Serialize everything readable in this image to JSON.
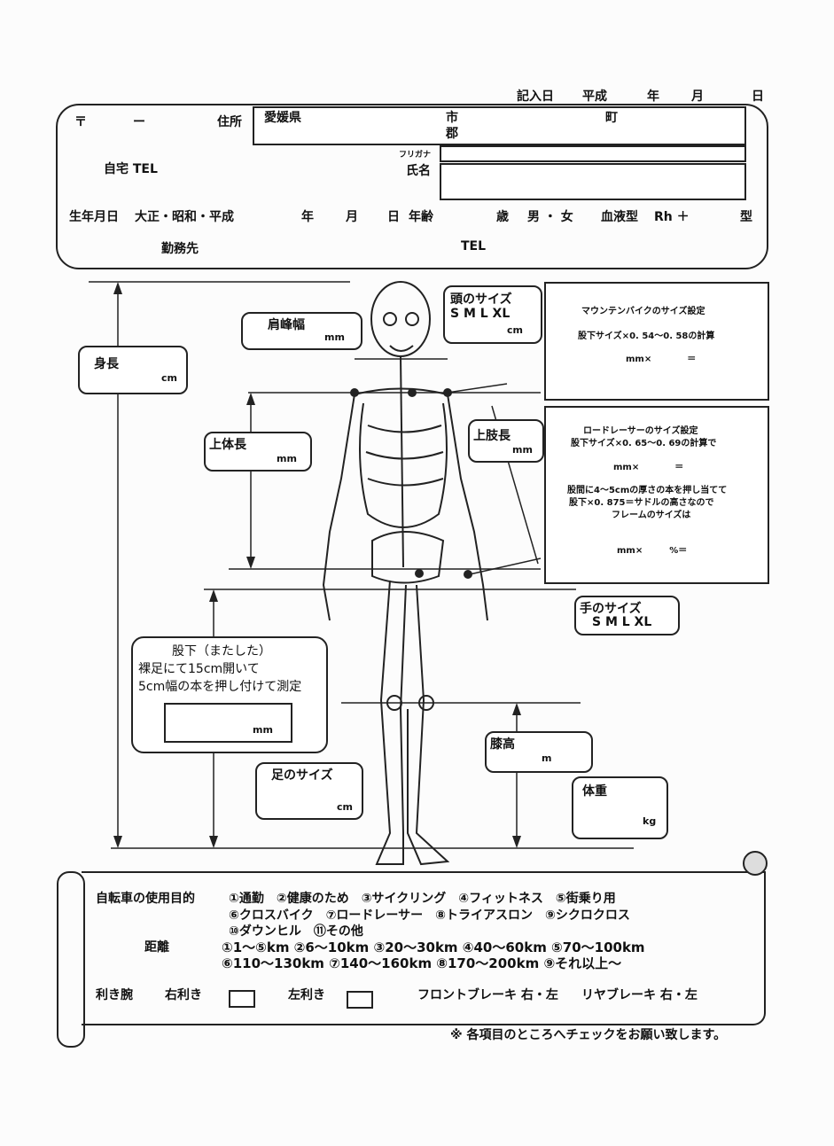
{
  "header": {
    "entry_date_label": "記入日",
    "era": "平成",
    "year": "年",
    "month": "月",
    "day": "日"
  },
  "personal": {
    "postal_mark": "〒",
    "postal_dash": "ー",
    "address_label": "住所",
    "prefecture": "愛媛県",
    "city": "市",
    "county": "郡",
    "town": "町",
    "furigana_label": "フリガナ",
    "name_label": "氏名",
    "home_tel_label": "自宅 TEL",
    "birth_label": "生年月日",
    "birth_eras": "大正・昭和・平成",
    "birth_year": "年",
    "birth_month": "月",
    "birth_day": "日",
    "age_label": "年齢",
    "age_unit": "歳",
    "sex": "男 ・ 女",
    "blood_label": "血液型",
    "rh": "Rh ＋",
    "blood_unit": "型",
    "work_label": "勤務先",
    "work_tel_label": "TEL"
  },
  "measurements": {
    "height": {
      "label": "身長",
      "unit": "cm"
    },
    "shoulder": {
      "label": "肩峰幅",
      "unit": "mm"
    },
    "head": {
      "label": "頭のサイズ",
      "sizes": "S  M  L  XL",
      "unit": "cm"
    },
    "torso": {
      "label": "上体長",
      "unit": "mm"
    },
    "arm": {
      "label": "上肢長",
      "unit": "mm"
    },
    "hand": {
      "label": "手のサイズ",
      "sizes": "S  M  L  XL"
    },
    "inseam": {
      "label": "股下（またした）",
      "line1": "裸足にて15cm開いて",
      "line2": "5cm幅の本を押し付けて測定",
      "unit": "mm"
    },
    "knee": {
      "label": "膝高",
      "unit": "m"
    },
    "foot": {
      "label": "足のサイズ",
      "unit": "cm"
    },
    "weight": {
      "label": "体重",
      "unit": "kg"
    }
  },
  "mtb": {
    "title": "マウンテンバイクのサイズ設定",
    "formula": "股下サイズ×0. 54～0. 58の計算",
    "calc": "mm×　　　　＝"
  },
  "road": {
    "title": "ロードレーサーのサイズ設定",
    "formula": "股下サイズ×0. 65～0. 69の計算で",
    "calc": "mm×　　　　＝",
    "note1": "股間に4～5cmの厚さの本を押し当てて",
    "note2": "股下×0. 875＝サドルの高さなので",
    "note3": "フレームのサイズは",
    "calc2": "mm×　　　%＝"
  },
  "usage": {
    "purpose_label": "自転車の使用目的",
    "purpose_row1": "①通勤　②健康のため　③サイクリング　④フィットネス　⑤街乗り用",
    "purpose_row2": "⑥クロスバイク　⑦ロードレーサー　⑧トライアスロン　⑨シクロクロス",
    "purpose_row3": "⑩ダウンヒル　⑪その他",
    "distance_label": "距離",
    "distance_row1": "①1～⑤km ②6～10km ③20～30km ④40～60km ⑤70～100km",
    "distance_row2": "⑥110～130km ⑦140～160km ⑧170～200km ⑨それ以上～",
    "hand_label": "利き腕",
    "right": "右利き",
    "left": "左利き",
    "front_brake": "フロントブレーキ 右・左",
    "rear_brake": "リヤブレーキ 右・左"
  },
  "footer_note": "※ 各項目のところへチェックをお願い致します。"
}
